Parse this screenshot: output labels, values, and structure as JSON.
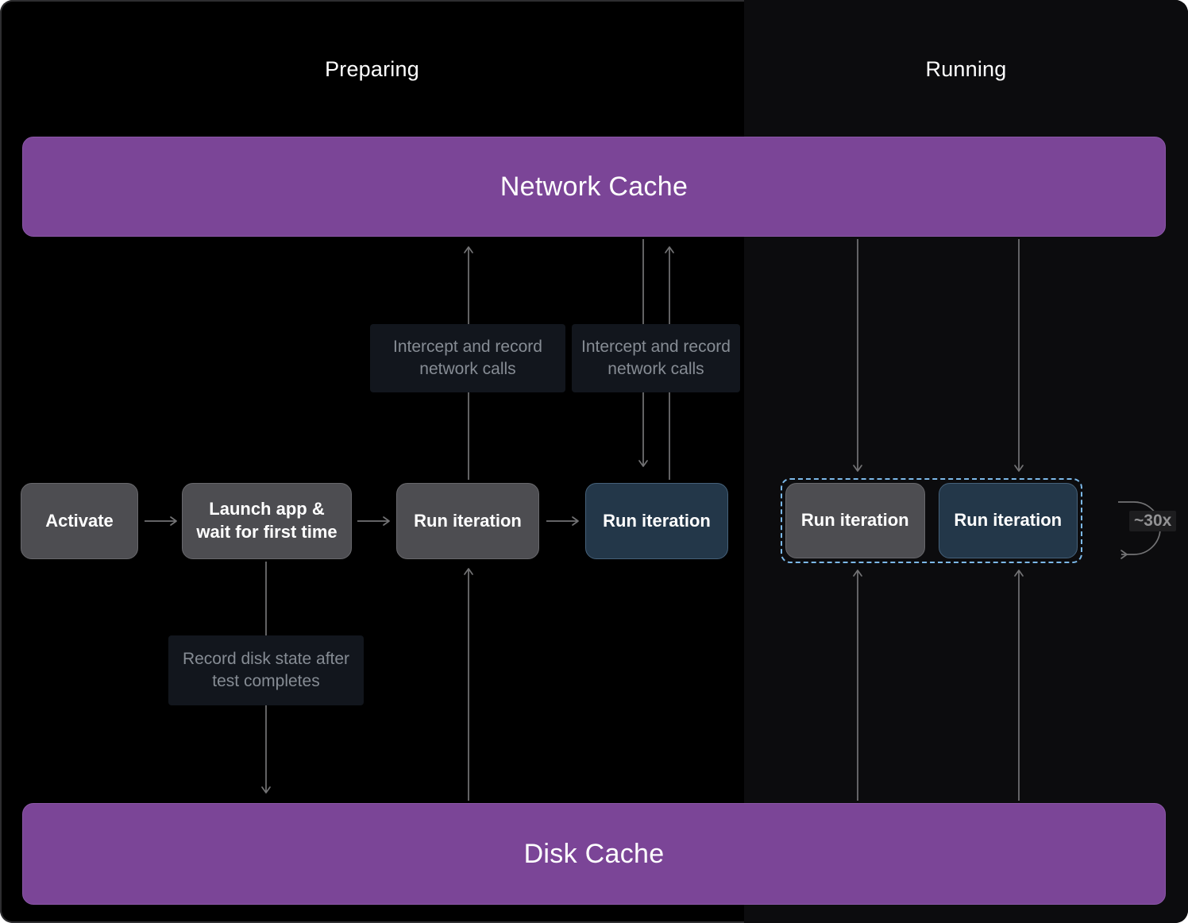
{
  "sections": {
    "preparing": "Preparing",
    "running": "Running"
  },
  "cache": {
    "network": "Network Cache",
    "disk": "Disk Cache"
  },
  "nodes": {
    "activate": "Activate",
    "launch": "Launch app & wait for first time",
    "run_iteration": "Run iteration"
  },
  "annotations": {
    "intercept_network": "Intercept and record network calls",
    "record_disk": "Record disk state after test completes"
  },
  "loop": {
    "label": "~30x"
  },
  "colors": {
    "background_left": "#000000",
    "background_right": "#0c0c0e",
    "cache_purple": "#7b4597",
    "node_gray": "#4d4d51",
    "node_blue": "#233749",
    "annotation_bg": "#12161d",
    "annotation_text": "#868c94",
    "arrow": "#737375",
    "loop_dashed_border": "#7cb9e9",
    "text_white": "#ffffff"
  }
}
